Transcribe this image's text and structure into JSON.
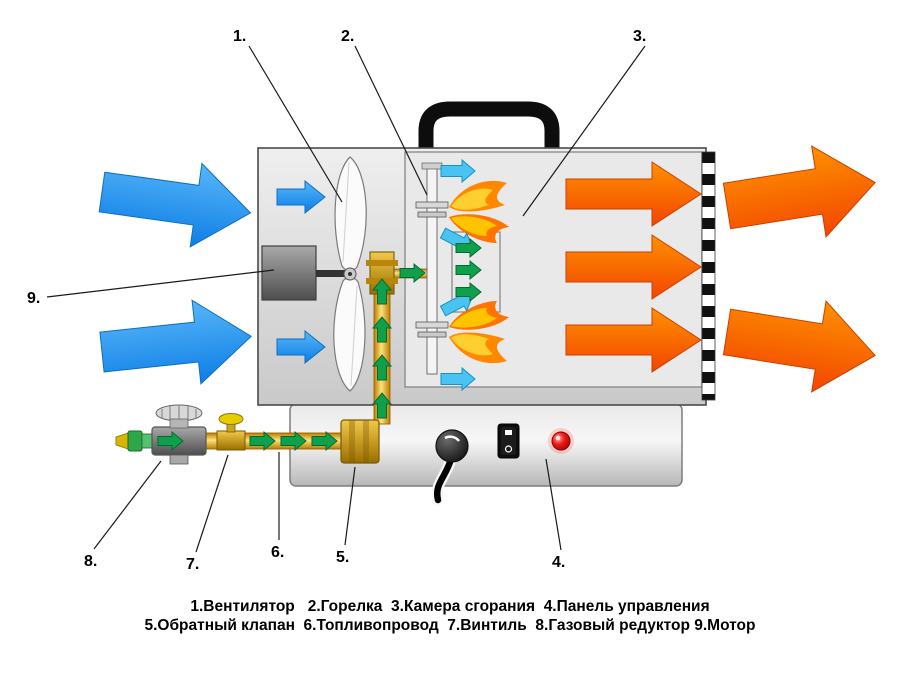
{
  "callouts": {
    "n1": "1.",
    "n2": "2.",
    "n3": "3.",
    "n4": "4.",
    "n5": "5.",
    "n6": "6.",
    "n7": "7.",
    "n8": "8.",
    "n9": "9."
  },
  "legend": {
    "line1": "1.Вентилятор   2.Горелка  3.Камера сгорания  4.Панель управления",
    "line2": "5.Обратный клапан  6.Топливопровод  7.Винтиль  8.Газовый редуктор 9.Мотор"
  },
  "colors": {
    "cold_air": "#1e8ef0",
    "hot_air": "#fa5a00",
    "gas_flow": "#0fa04c",
    "fuel_pipe": "#f0b82e",
    "indicator_lamp": "#e01010",
    "flame": "#ff8800"
  }
}
